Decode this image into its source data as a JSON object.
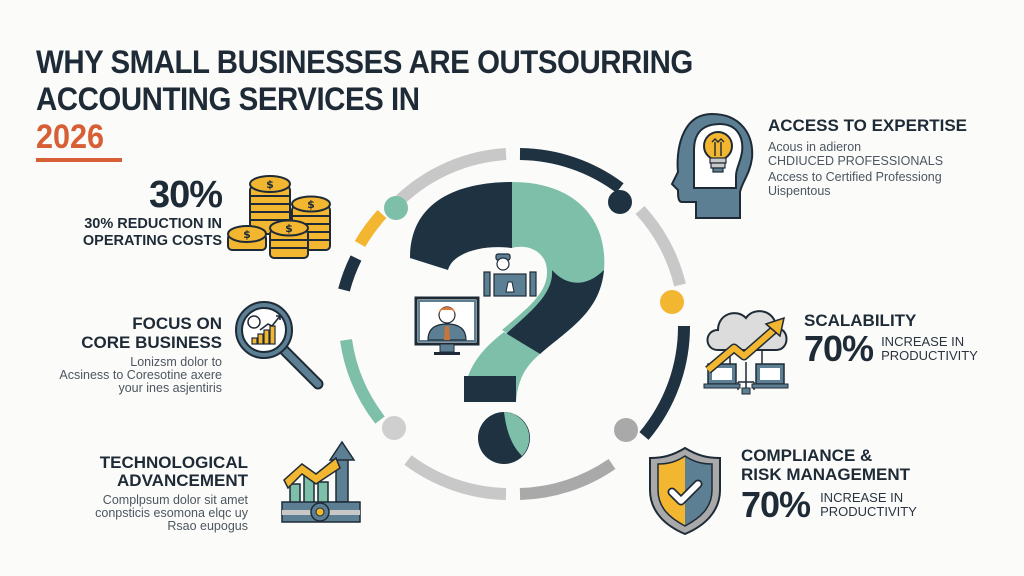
{
  "title": {
    "line1": "WHY SMALL BUSINESSES ARE OUTSOURRING",
    "line2": "ACCOUNTING SERVICES IN",
    "year": "2026"
  },
  "left": [
    {
      "id": "costs",
      "stat": "30%",
      "heading_lines": [
        "30% REDUCTION IN",
        "OPERATING COSTS"
      ],
      "icon": "coin-stack-icon"
    },
    {
      "id": "focus",
      "heading_lines": [
        "FOCUS ON",
        "CORE BUSINESS"
      ],
      "body_lines": [
        "Lonizsm dolor to",
        "Acsiness to Coresotine axere",
        "your ines asjentiris"
      ],
      "icon": "magnifier-chart-icon"
    },
    {
      "id": "tech",
      "heading_lines": [
        "TECHNOLOGICAL",
        "ADVANCEMENT"
      ],
      "body_lines": [
        "Complpsum dolor sit amet",
        "conpsticis esomona elqc uy",
        "Rsao eupogus"
      ],
      "icon": "growth-chart-icon"
    }
  ],
  "right": [
    {
      "id": "expertise",
      "heading": "ACCESS TO EXPERTISE",
      "body_lines": [
        "Acous in adieron",
        "CHDIUCED PROFESSIONALS",
        "Access to Certified Professiong",
        "Uispentous"
      ],
      "icon": "head-lightbulb-icon"
    },
    {
      "id": "scalability",
      "heading": "SCALABILITY",
      "stat": "70%",
      "stat_label_lines": [
        "INCREASE IN",
        "PRODUCTIVITY"
      ],
      "icon": "cloud-network-icon"
    },
    {
      "id": "compliance",
      "heading_lines": [
        "COMPLIANCE &",
        "RISK MANAGEMENT"
      ],
      "stat": "70%",
      "stat_label_lines": [
        "INCREASE IN",
        "PRODUCTIVITY"
      ],
      "icon": "shield-check-icon"
    }
  ],
  "center": {
    "icon": "question-mark-icon",
    "inner_icons": [
      "person-monitor-icon",
      "person-desk-icon"
    ]
  },
  "colors": {
    "navy": "#1e3242",
    "teal": "#7dbfa8",
    "gold": "#f2b631",
    "gray": "#c8c8c8",
    "dark_gray": "#a9a9a9",
    "slate": "#5d7f94",
    "orange": "#d65f35"
  }
}
